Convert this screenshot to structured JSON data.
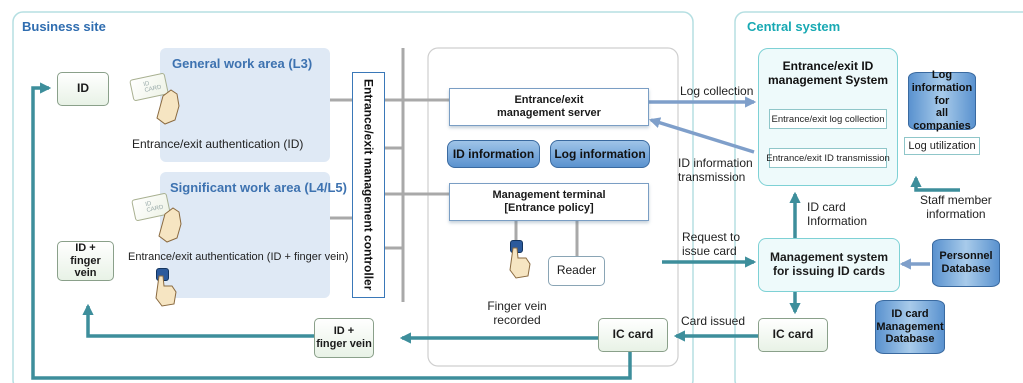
{
  "regions": {
    "business_site": "Business site",
    "central_system": "Central system"
  },
  "zones": {
    "general": "General work area (L3)",
    "significant": "Significant work area (L4/L5)"
  },
  "controller": "Entrance/exit management controller",
  "labels": {
    "id_box": "ID",
    "id_finger_box": "ID +\nfinger vein",
    "auth_id": "Entrance/exit authentication (ID)",
    "auth_id_finger": "Entrance/exit authentication (ID + finger vein)",
    "card_text": "ID CARD",
    "server": "Entrance/exit\nmanagement server",
    "db_id": "ID information",
    "db_log": "Log information",
    "terminal": "Management terminal\n[Entrance policy]",
    "reader": "Reader",
    "finger_recorded": "Finger vein\nrecorded",
    "issue_id_finger": "ID +\nfinger vein",
    "ic_card_site": "IC card",
    "log_collection": "Log collection",
    "id_info_transmission": "ID information\ntransmission",
    "request_issue": "Request to\nissue card",
    "card_issued": "Card issued",
    "central_title": "Entrance/exit ID\nmanagement System",
    "central_log": "Entrance/exit log collection",
    "central_id": "Entrance/exit ID transmission",
    "log_all": "Log\ninformation for\nall companies",
    "log_utilization": "Log utilization",
    "id_card_information": "ID card\nInformation",
    "staff_info": "Staff member\ninformation",
    "issuing_system": "Management system\nfor issuing ID cards",
    "personnel_db": "Personnel\nDatabase",
    "id_card_mgmt_db": "ID card\nManagement\nDatabase",
    "ic_card_central": "IC card"
  },
  "colors": {
    "business_title": "#2f6db0",
    "central_title": "#18a9b3",
    "arrow_teal": "#3d8e9b",
    "arrow_blue": "#7f9fca",
    "region_border": "#9fd7db"
  }
}
